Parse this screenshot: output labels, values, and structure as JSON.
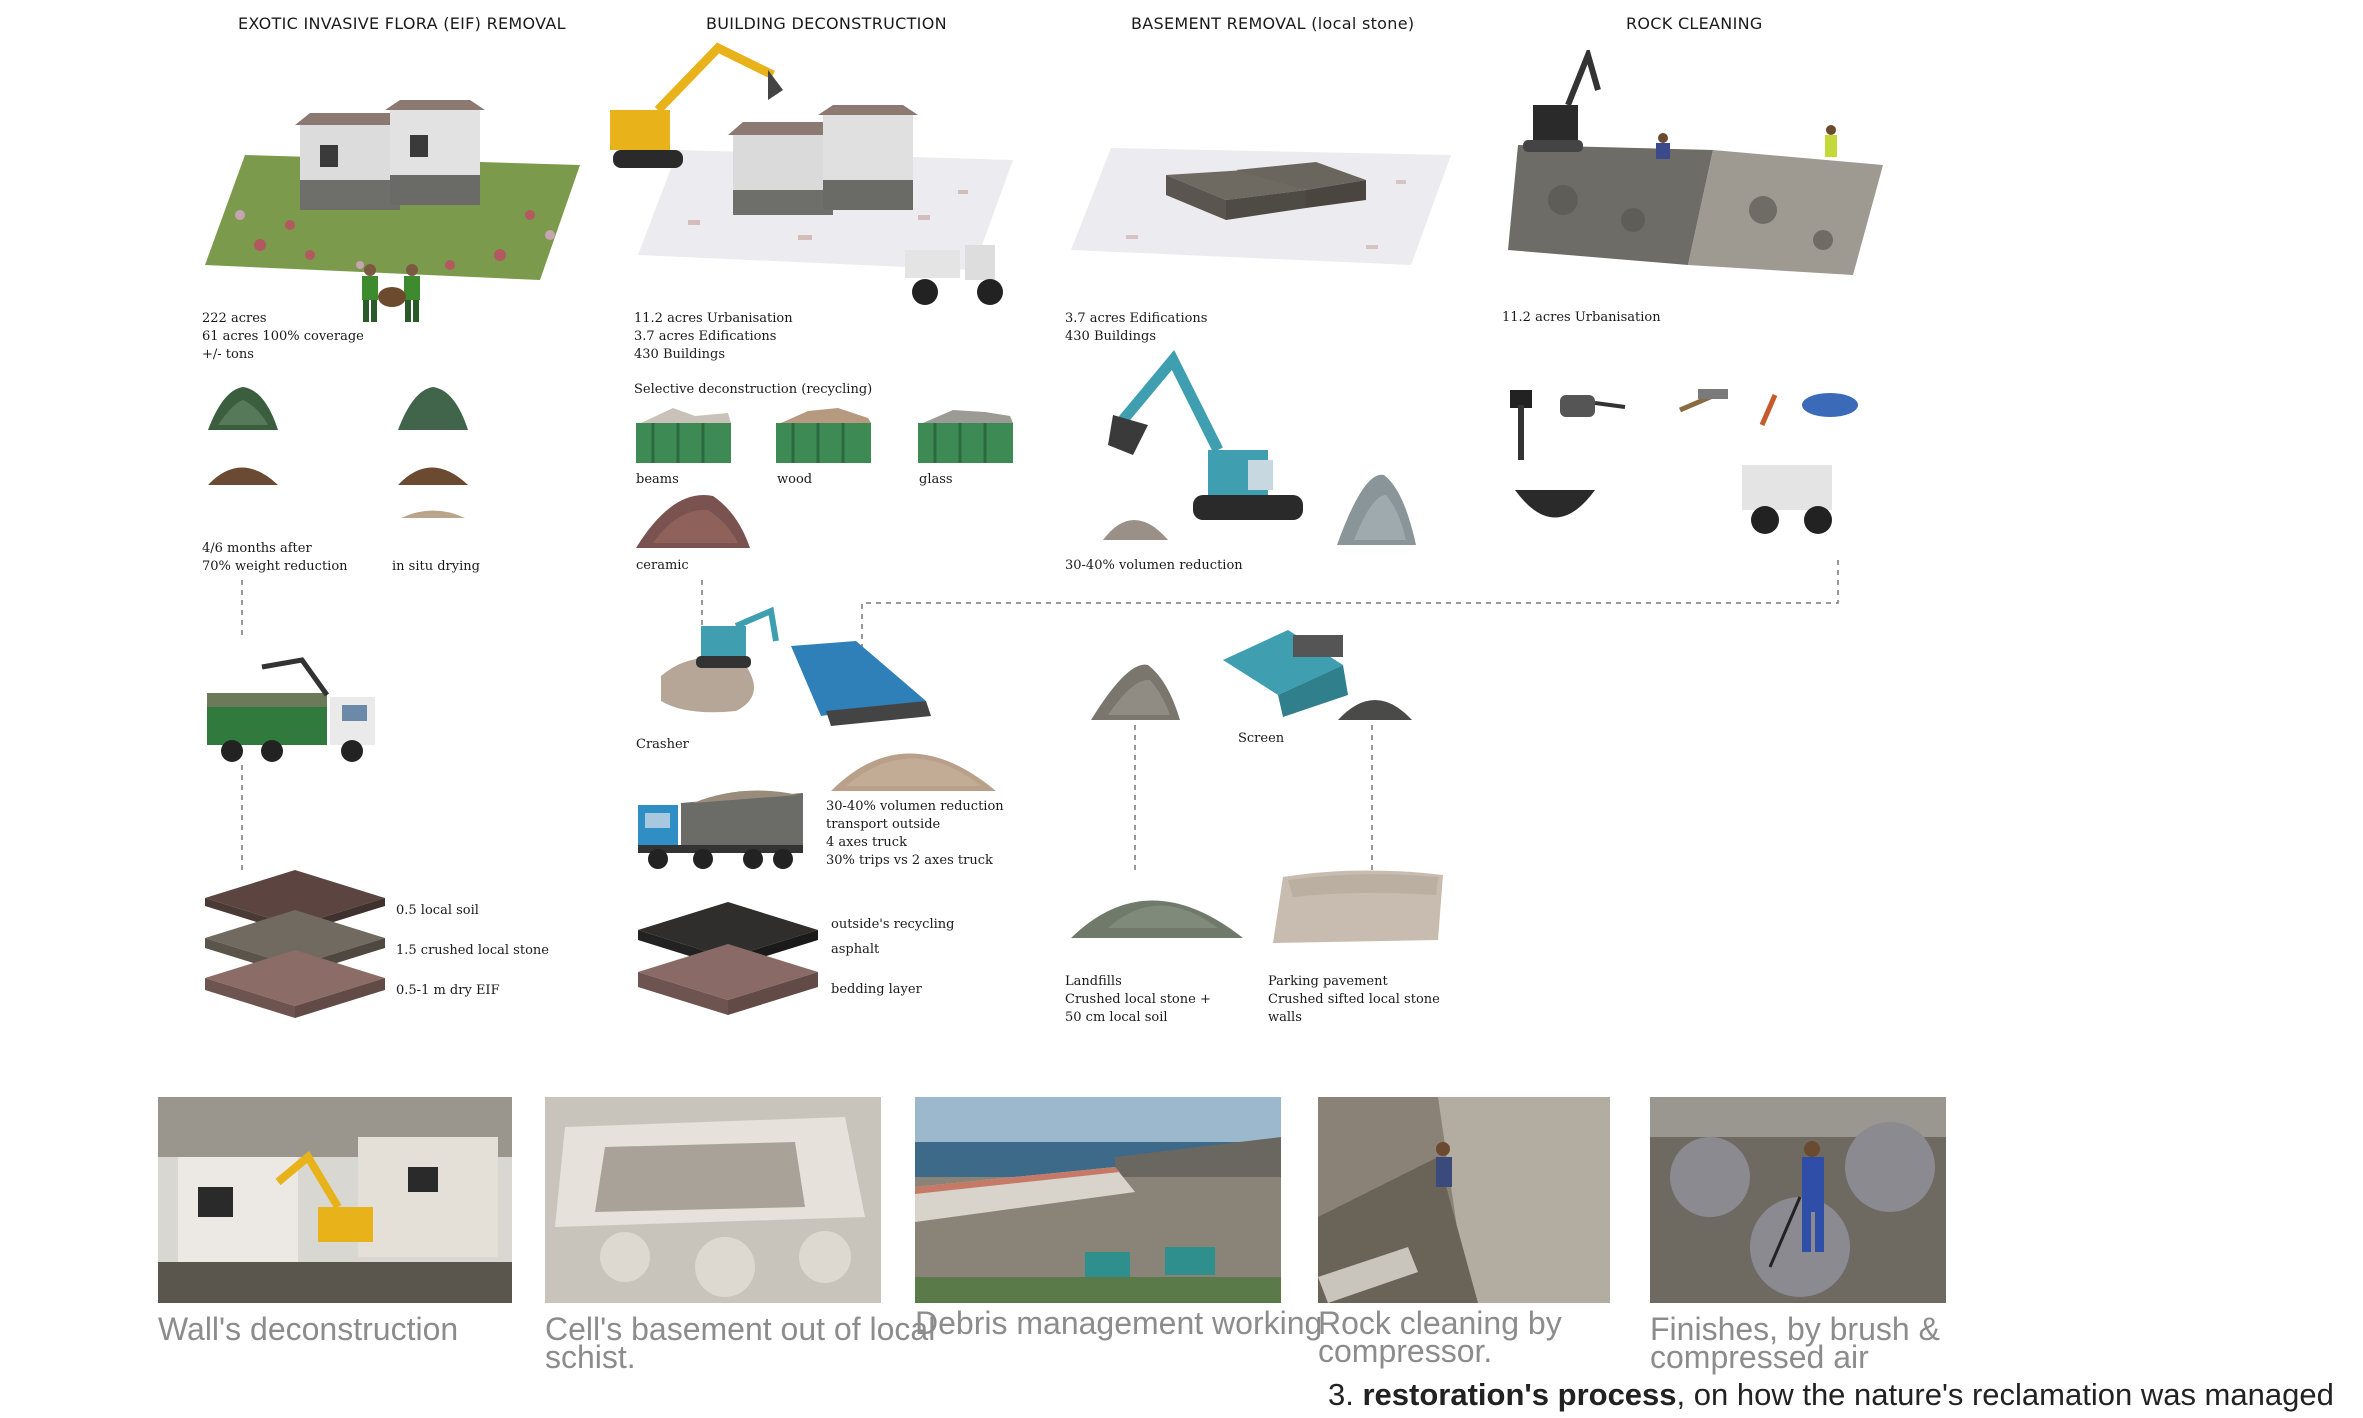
{
  "headers": [
    "EXOTIC INVASIVE FLORA (EIF) REMOVAL",
    "BUILDING DECONSTRUCTION",
    "BASEMENT REMOVAL (local stone)",
    "ROCK CLEANING"
  ],
  "eif": {
    "stats": "222 acres\n61 acres 100% coverage\n+/- tons",
    "drying_left": "4/6 months after\n70% weight reduction",
    "drying_right": "in situ drying",
    "layers": [
      "0.5 local soil",
      "1.5 crushed local stone",
      "0.5-1 m dry EIF"
    ]
  },
  "building": {
    "stats": "11.2 acres Urbanisation\n3.7 acres Edifications\n430 Buildings",
    "selective": "Selective deconstruction (recycling)",
    "containers": [
      "beams",
      "wood",
      "glass"
    ],
    "ceramic": "ceramic",
    "crasher": "Crasher",
    "transport": "30-40% volumen reduction\ntransport outside\n4 axes truck\n30% trips vs 2 axes truck",
    "layers": [
      "outside's recycling",
      "asphalt",
      "bedding layer"
    ]
  },
  "basement": {
    "stats": "3.7 acres Edifications\n430 Buildings",
    "reduction": "30-40% volumen reduction",
    "screen": "Screen",
    "landfills": "Landfills\nCrushed local stone +\n50 cm local soil",
    "parking": "Parking pavement\nCrushed sifted local stone\nwalls"
  },
  "rock": {
    "stats": "11.2 acres Urbanisation"
  },
  "photos": [
    "Wall's deconstruction",
    "Cell's basement out of local\nschist.",
    "Debris management working",
    "Rock cleaning by\ncompressor.",
    "Finishes, by brush &\ncompressed air"
  ],
  "caption": {
    "number": "3.",
    "bold": "restoration's process",
    "rest": ", on how the nature's reclamation was managed"
  },
  "colors": {
    "excavator_yellow": "#e8b21a",
    "excavator_teal": "#3f9fb0",
    "container_green": "#3d8a55",
    "truck_green": "#2f7a3c",
    "truck_blue": "#2f8fc4",
    "caption_gray": "#8c8c8c"
  }
}
